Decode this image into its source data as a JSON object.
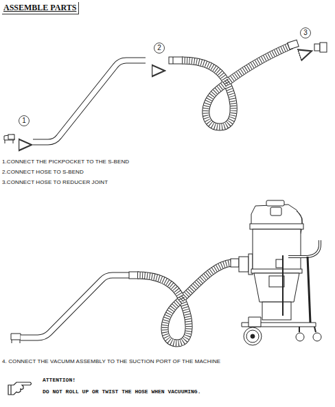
{
  "diagram": {
    "title": "ASSEMBLE PARTS",
    "nodes": [
      {
        "text": [
          "1"
        ]
      },
      {
        "text": [
          "2"
        ]
      },
      {
        "text": [
          "3"
        ]
      }
    ],
    "labels": [
      "1.CONNECT THE PICKPOCKET TO THE S-BEND",
      "2.CONNECT HOSE TO S-BEND",
      "3.CONNECT HOSE TO REDUCER JOINT",
      "4. CONNECT THE VACUMM ASSEMBLY TO THE SUCTION PORT OF THE MACHINE",
      "ATTENTION!",
      "DO NOT ROLL UP OR TWIST THE HOSE WHEN VACUUMING."
    ]
  }
}
